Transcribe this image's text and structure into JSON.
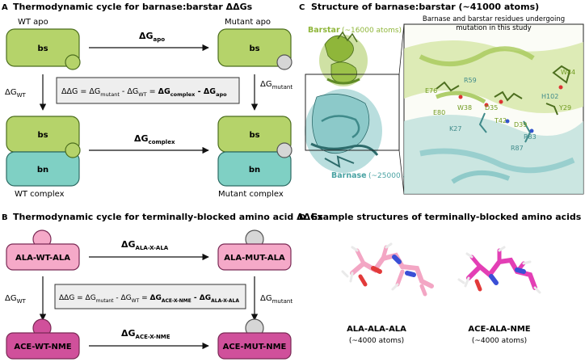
{
  "panel_a": {
    "letter": "A",
    "title": "Thermodynamic cycle for barnase:barstar ΔΔGs",
    "wt_apo_label": "WT apo",
    "mutant_apo_label": "Mutant apo",
    "wt_complex_label": "WT complex",
    "mutant_complex_label": "Mutant complex",
    "bs_label": "bs",
    "bn_label": "bn",
    "dg_symbol": "ΔG",
    "apo_sub": "apo",
    "complex_sub": "complex",
    "wt_sub": "WT",
    "mutant_sub": "mutant",
    "eq_lhs": "ΔΔG = ΔG",
    "eq_minus": " - ΔG",
    "eq_equals": " = ",
    "eq_bold_dg": "ΔG",
    "eq_bold_minus": " - ΔG"
  },
  "panel_b": {
    "letter": "B",
    "title": "Thermodynamic cycle for terminally-blocked amino acid  ΔΔGs",
    "top_left": "ALA-WT-ALA",
    "top_right": "ALA-MUT-ALA",
    "bottom_left": "ACE-WT-NME",
    "bottom_right": "ACE-MUT-NME",
    "top_arrow_sub": "ALA-X-ALA",
    "bottom_arrow_sub": "ACE-X-NME"
  },
  "panel_c": {
    "letter": "C",
    "title": "Structure of barnase:barstar (~41000 atoms)",
    "barstar_label": "Barstar",
    "barstar_atoms": "(~16000 atoms)",
    "barnase_label": "Barnase",
    "barnase_atoms": "(~25000 atoms)",
    "inset_caption_1": "Barnase and barstar residues undergoing",
    "inset_caption_2": "mutation in this study",
    "residues_barstar": [
      "E76",
      "E80",
      "W38",
      "D35",
      "T42",
      "D39",
      "Y29",
      "W44"
    ],
    "residues_barnase": [
      "R59",
      "K27",
      "H102",
      "R83",
      "R87"
    ]
  },
  "panel_d": {
    "letter": "D",
    "title": "Example structures of terminally-blocked amino acids",
    "left_name": "ALA-ALA-ALA",
    "left_atoms": "(~4000 atoms)",
    "right_name": "ACE-ALA-NME",
    "right_atoms": "(~4000 atoms)"
  },
  "colors": {
    "bs_green": "#b5d36a",
    "bs_border": "#4c6e1e",
    "bn_teal": "#7fd0c4",
    "bn_border": "#2d6b64",
    "mut_grey": "#d6d6d6",
    "pink_light": "#f5a9c8",
    "pink_dark": "#d0509b",
    "pink_border": "#7a2a55",
    "eq_box": "#eeeeee",
    "barstar_text": "#8fb63a",
    "barnase_text": "#4aa3a3"
  }
}
